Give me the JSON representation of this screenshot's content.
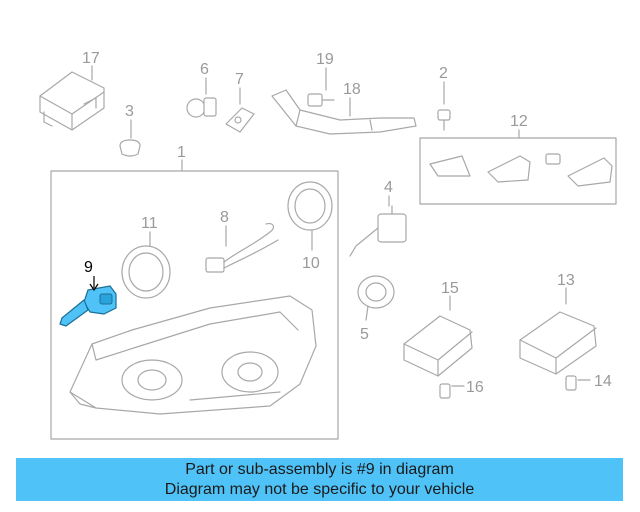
{
  "diagram": {
    "callouts": [
      "1",
      "2",
      "3",
      "4",
      "5",
      "6",
      "7",
      "8",
      "9",
      "10",
      "11",
      "12",
      "13",
      "14",
      "15",
      "16",
      "17",
      "18",
      "19"
    ],
    "highlighted_part": "9",
    "highlight_color": "#4fc3f7",
    "line_color": "#a8a8a8"
  },
  "banner": {
    "line1": "Part or sub-assembly is #9 in diagram",
    "line2": "Diagram may not be specific to your vehicle",
    "background": "#4fc3f7"
  }
}
